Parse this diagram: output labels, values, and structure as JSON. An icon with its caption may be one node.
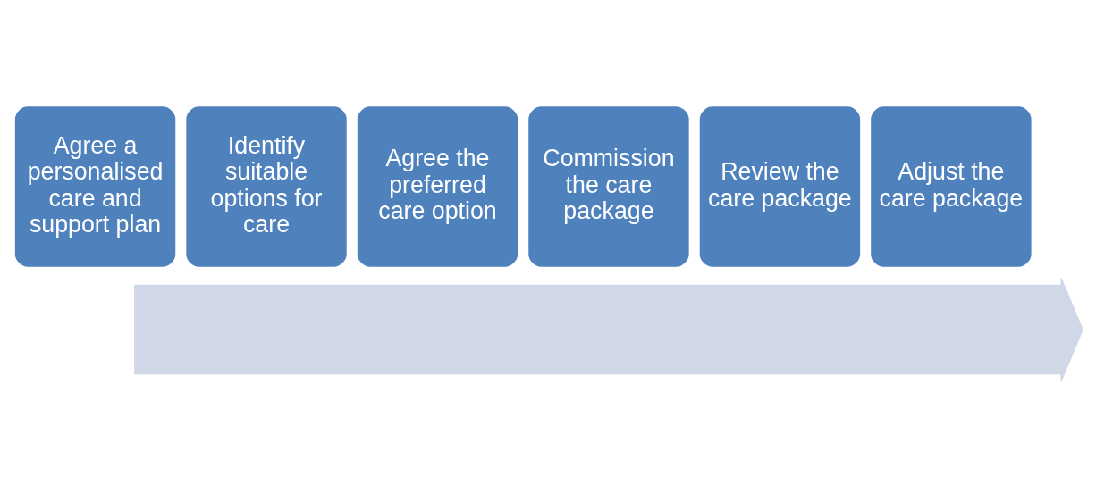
{
  "diagram": {
    "nodes": [
      {
        "text": [],
        "shape": "arrow"
      },
      {
        "text": [
          "Agree a personalised care and support plan"
        ]
      },
      {
        "text": [
          "Identify suitable options for care"
        ]
      },
      {
        "text": [
          "Agree the preferred care option"
        ]
      },
      {
        "text": [
          "Commission the care package"
        ]
      },
      {
        "text": [
          "Review the care package"
        ]
      },
      {
        "text": [
          "Adjust the care package"
        ]
      }
    ],
    "edges": []
  }
}
